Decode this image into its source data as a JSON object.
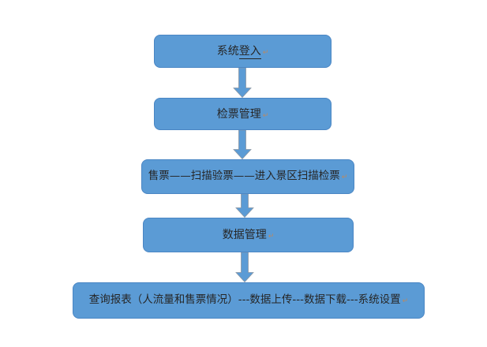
{
  "diagram": {
    "type": "flowchart",
    "direction": "top-down",
    "background_color": "#ffffff",
    "node_fill_color": "#5b9bd5",
    "node_border_color": "#4a86c4",
    "arrow_color": "#5b9bd5",
    "arrow_outline_color": "#8a97a5",
    "text_color": "#262626",
    "return_mark": "↵",
    "nodes": [
      {
        "id": "system-login",
        "label": "系统登入",
        "label_pre": "系统",
        "label_underlined": "登入"
      },
      {
        "id": "ticket-inspection-management",
        "label": "检票管理"
      },
      {
        "id": "ticketing-process",
        "label": "售票——扫描验票——进入景区扫描检票"
      },
      {
        "id": "data-management",
        "label": "数据管理"
      },
      {
        "id": "reports-and-settings",
        "label": "查询报表（人流量和售票情况）---数据上传---数据下载---系统设置"
      }
    ],
    "edges": [
      {
        "from": "system-login",
        "to": "ticket-inspection-management"
      },
      {
        "from": "ticket-inspection-management",
        "to": "ticketing-process"
      },
      {
        "from": "ticketing-process",
        "to": "data-management"
      },
      {
        "from": "data-management",
        "to": "reports-and-settings"
      }
    ]
  }
}
